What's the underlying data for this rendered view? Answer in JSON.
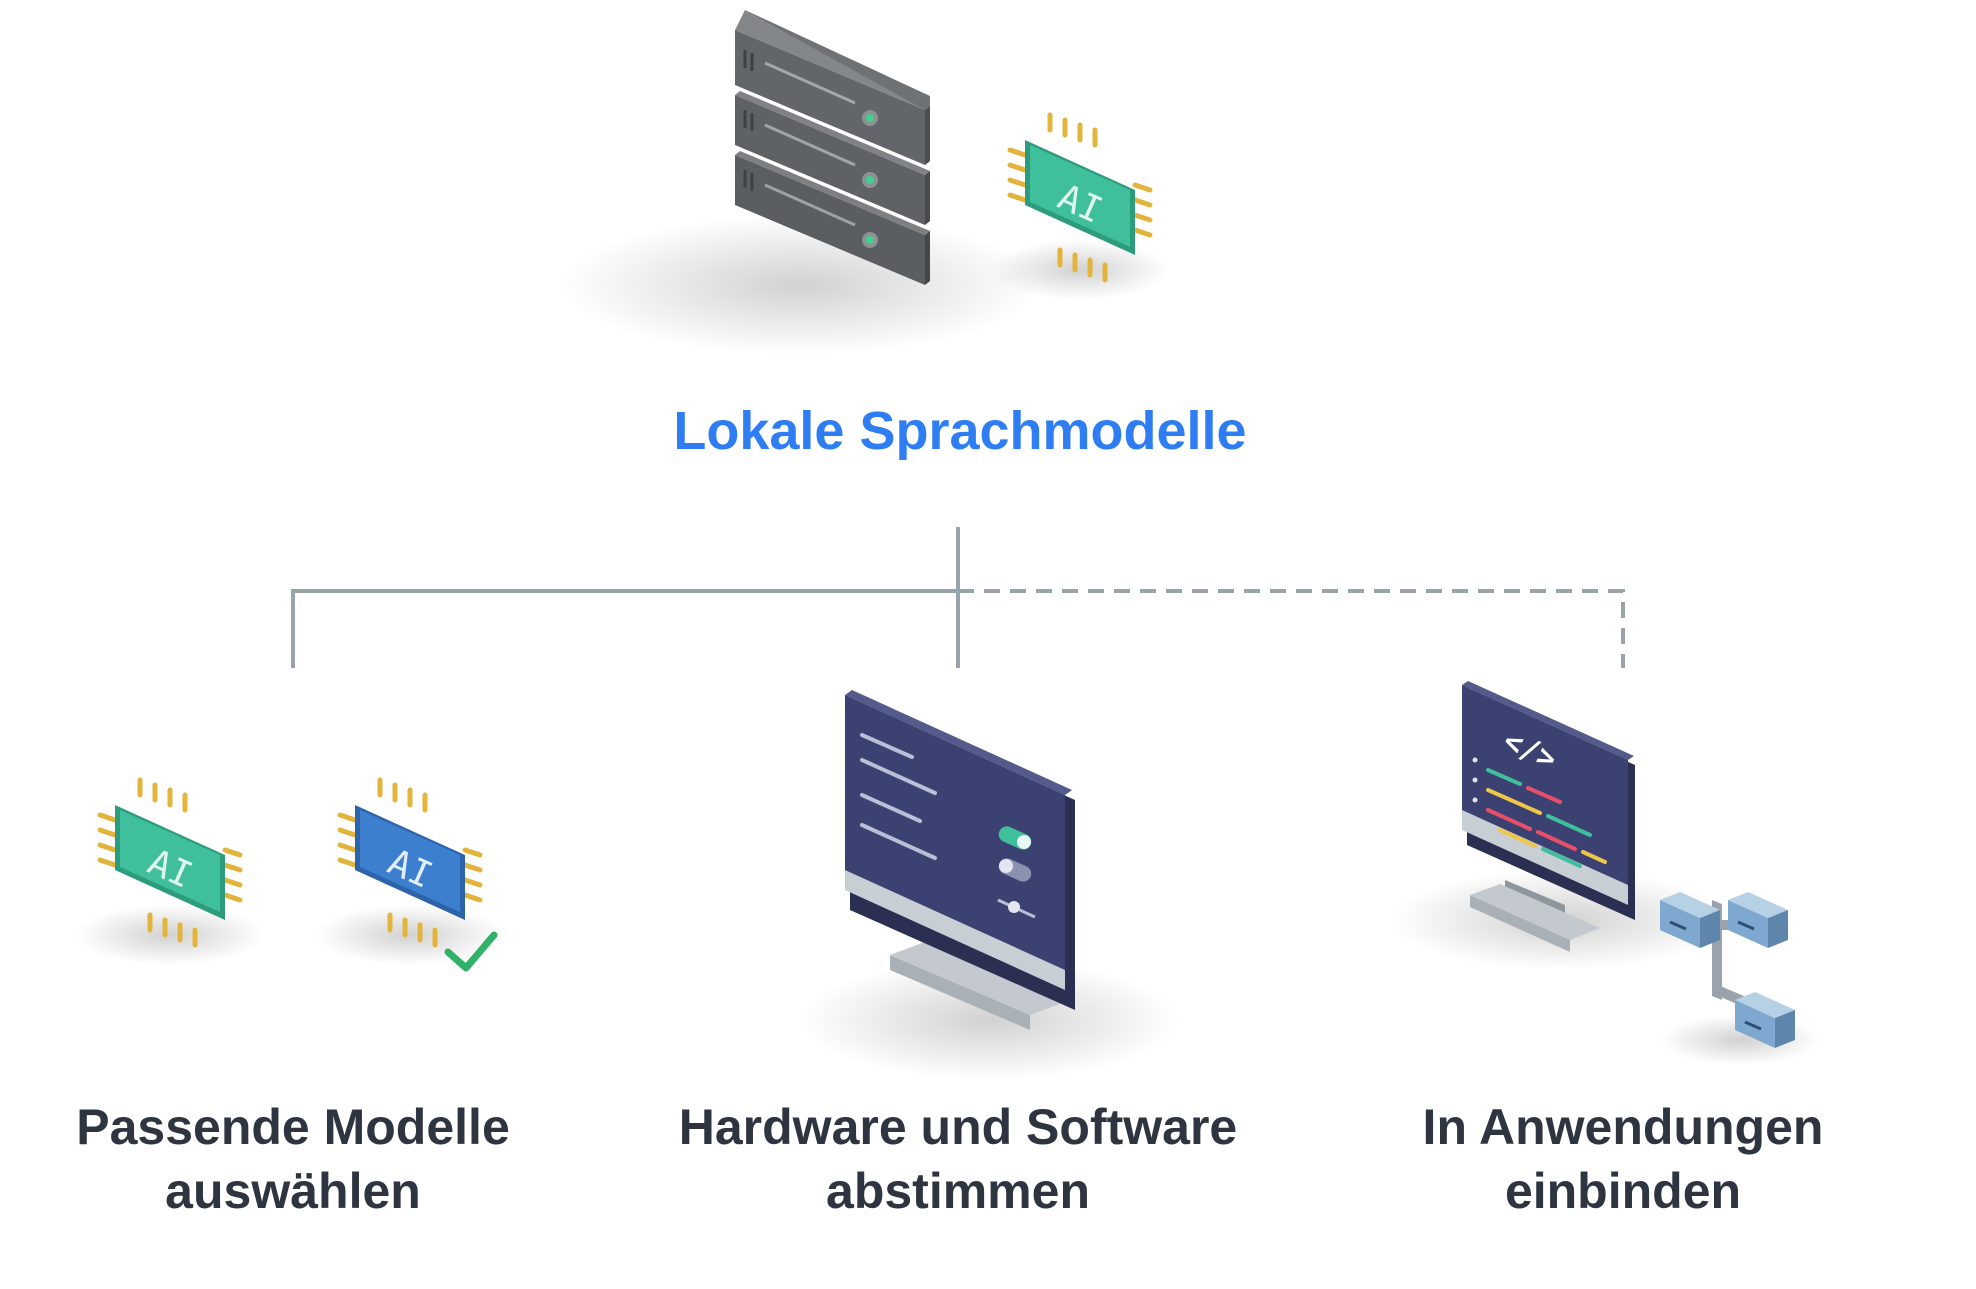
{
  "root": {
    "label": "Lokale Sprachmodelle"
  },
  "branches": [
    {
      "line1": "Passende Modelle",
      "line2": "auswählen",
      "connector": "solid"
    },
    {
      "line1": "Hardware und Software",
      "line2": "abstimmen",
      "connector": "solid"
    },
    {
      "line1": "In Anwendungen",
      "line2": "einbinden",
      "connector": "dashed"
    }
  ],
  "icons": {
    "root": [
      "server-rack-icon",
      "ai-chip-icon"
    ],
    "branch_1": [
      "ai-chip-icon",
      "ai-chip-selected-icon",
      "checkmark-icon"
    ],
    "branch_2": [
      "monitor-settings-icon"
    ],
    "branch_3": [
      "code-monitor-icon",
      "connector-nodes-icon"
    ],
    "chip_text": "AI",
    "code_text": "</>"
  },
  "colors": {
    "root_label": "#2f7df3",
    "branch_label": "#2f3540",
    "connector": "#9aa3ab",
    "chip_green": "#3fbf9c",
    "chip_blue": "#3c7fcf",
    "monitor": "#3b4170",
    "check": "#31b06a"
  }
}
